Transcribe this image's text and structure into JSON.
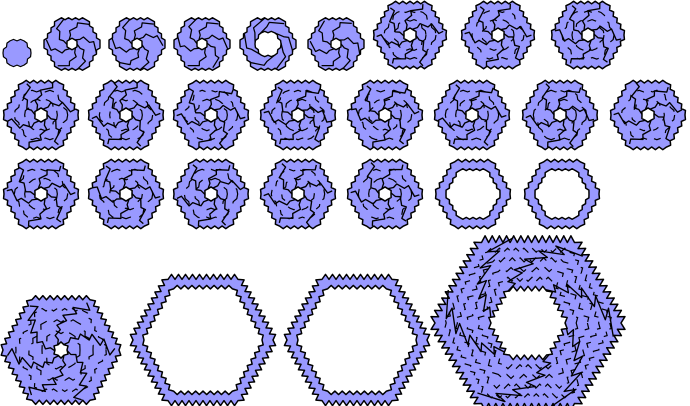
{
  "style": {
    "fill": "#9999ff",
    "stroke": "#000000",
    "background": "#ffffff"
  },
  "figures": [
    {
      "id": "a1",
      "hole": "none",
      "size": "tiny"
    },
    {
      "id": "a2",
      "hole": "single",
      "size": "small"
    },
    {
      "id": "a3",
      "hole": "single",
      "size": "small"
    },
    {
      "id": "a4",
      "hole": "single",
      "size": "small"
    },
    {
      "id": "a5",
      "hole": "large",
      "size": "small"
    },
    {
      "id": "a6",
      "hole": "single",
      "size": "small"
    },
    {
      "id": "a7",
      "hole": "single",
      "size": "medium"
    },
    {
      "id": "a8",
      "hole": "single",
      "size": "medium"
    },
    {
      "id": "a9",
      "hole": "single",
      "size": "medium"
    },
    {
      "id": "b1",
      "hole": "single",
      "size": "medium"
    },
    {
      "id": "b2",
      "hole": "single",
      "size": "medium"
    },
    {
      "id": "b3",
      "hole": "single",
      "size": "medium"
    },
    {
      "id": "b4",
      "hole": "single",
      "size": "medium"
    },
    {
      "id": "b5",
      "hole": "single",
      "size": "medium"
    },
    {
      "id": "b6",
      "hole": "single",
      "size": "medium"
    },
    {
      "id": "b7",
      "hole": "single",
      "size": "medium"
    },
    {
      "id": "b8",
      "hole": "single",
      "size": "medium"
    },
    {
      "id": "c1",
      "hole": "single",
      "size": "medium"
    },
    {
      "id": "c2",
      "hole": "single",
      "size": "medium"
    },
    {
      "id": "c3",
      "hole": "single",
      "size": "medium"
    },
    {
      "id": "c4",
      "hole": "single",
      "size": "medium"
    },
    {
      "id": "c5",
      "hole": "single",
      "size": "medium"
    },
    {
      "id": "c6",
      "hole": "ring",
      "size": "medium"
    },
    {
      "id": "c7",
      "hole": "ring",
      "size": "medium"
    },
    {
      "id": "d1",
      "hole": "single",
      "size": "large"
    },
    {
      "id": "d2",
      "hole": "ring",
      "size": "large"
    },
    {
      "id": "d3",
      "hole": "ring",
      "size": "large"
    },
    {
      "id": "d4",
      "hole": "large",
      "size": "xlarge"
    }
  ]
}
